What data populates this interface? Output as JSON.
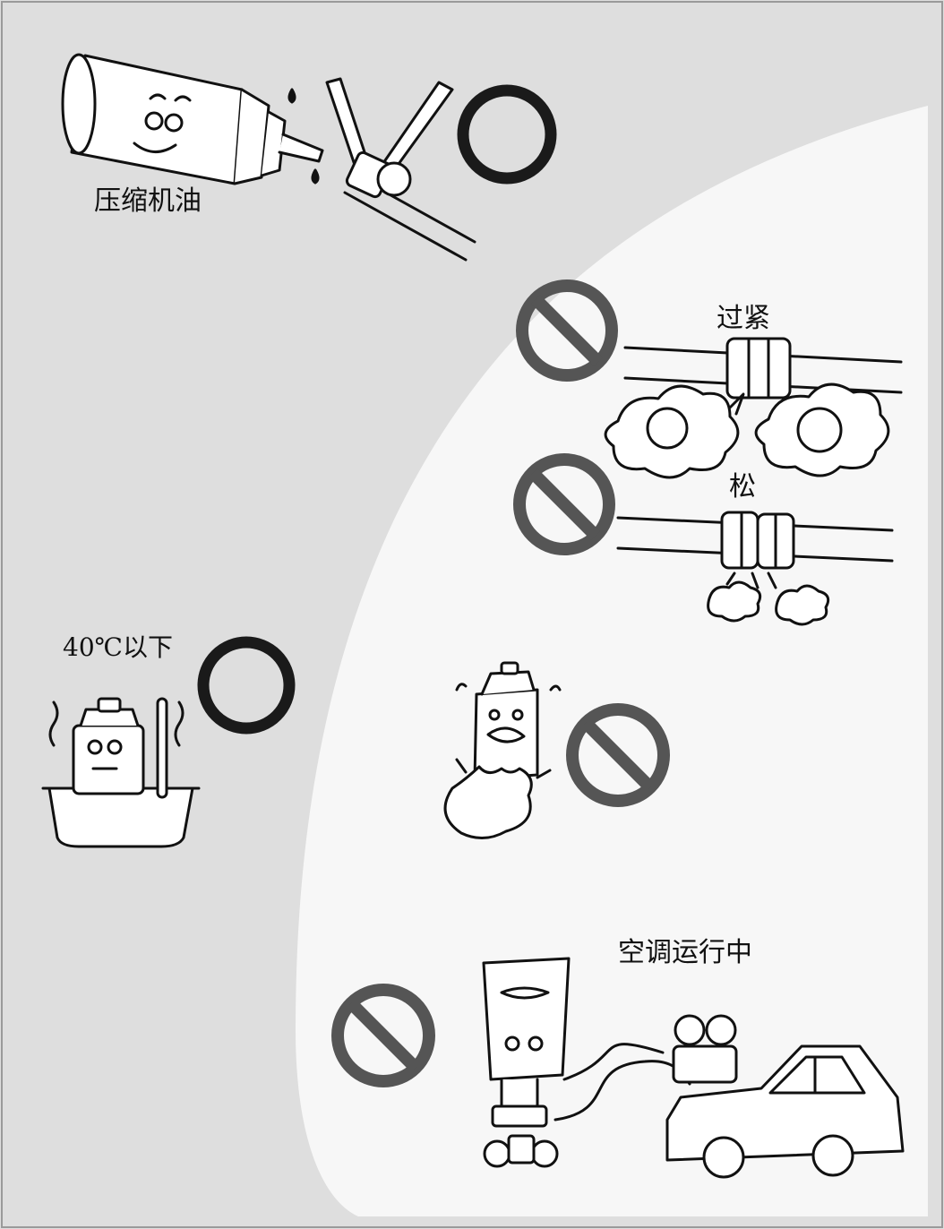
{
  "labels": {
    "compressor_oil": "压缩机油",
    "too_tight": "过紧",
    "loose": "松",
    "below_40c": "40℃以下",
    "ac_running": "空调运行中"
  },
  "colors": {
    "background_grey": "#dedede",
    "panel_white": "#f7f7f7",
    "ok_ring": "#1a1a1a",
    "prohibit_sign": "#555555",
    "line_art": "#111111"
  },
  "symbols": {
    "ok": "correct-ring",
    "no": "prohibited-sign"
  }
}
